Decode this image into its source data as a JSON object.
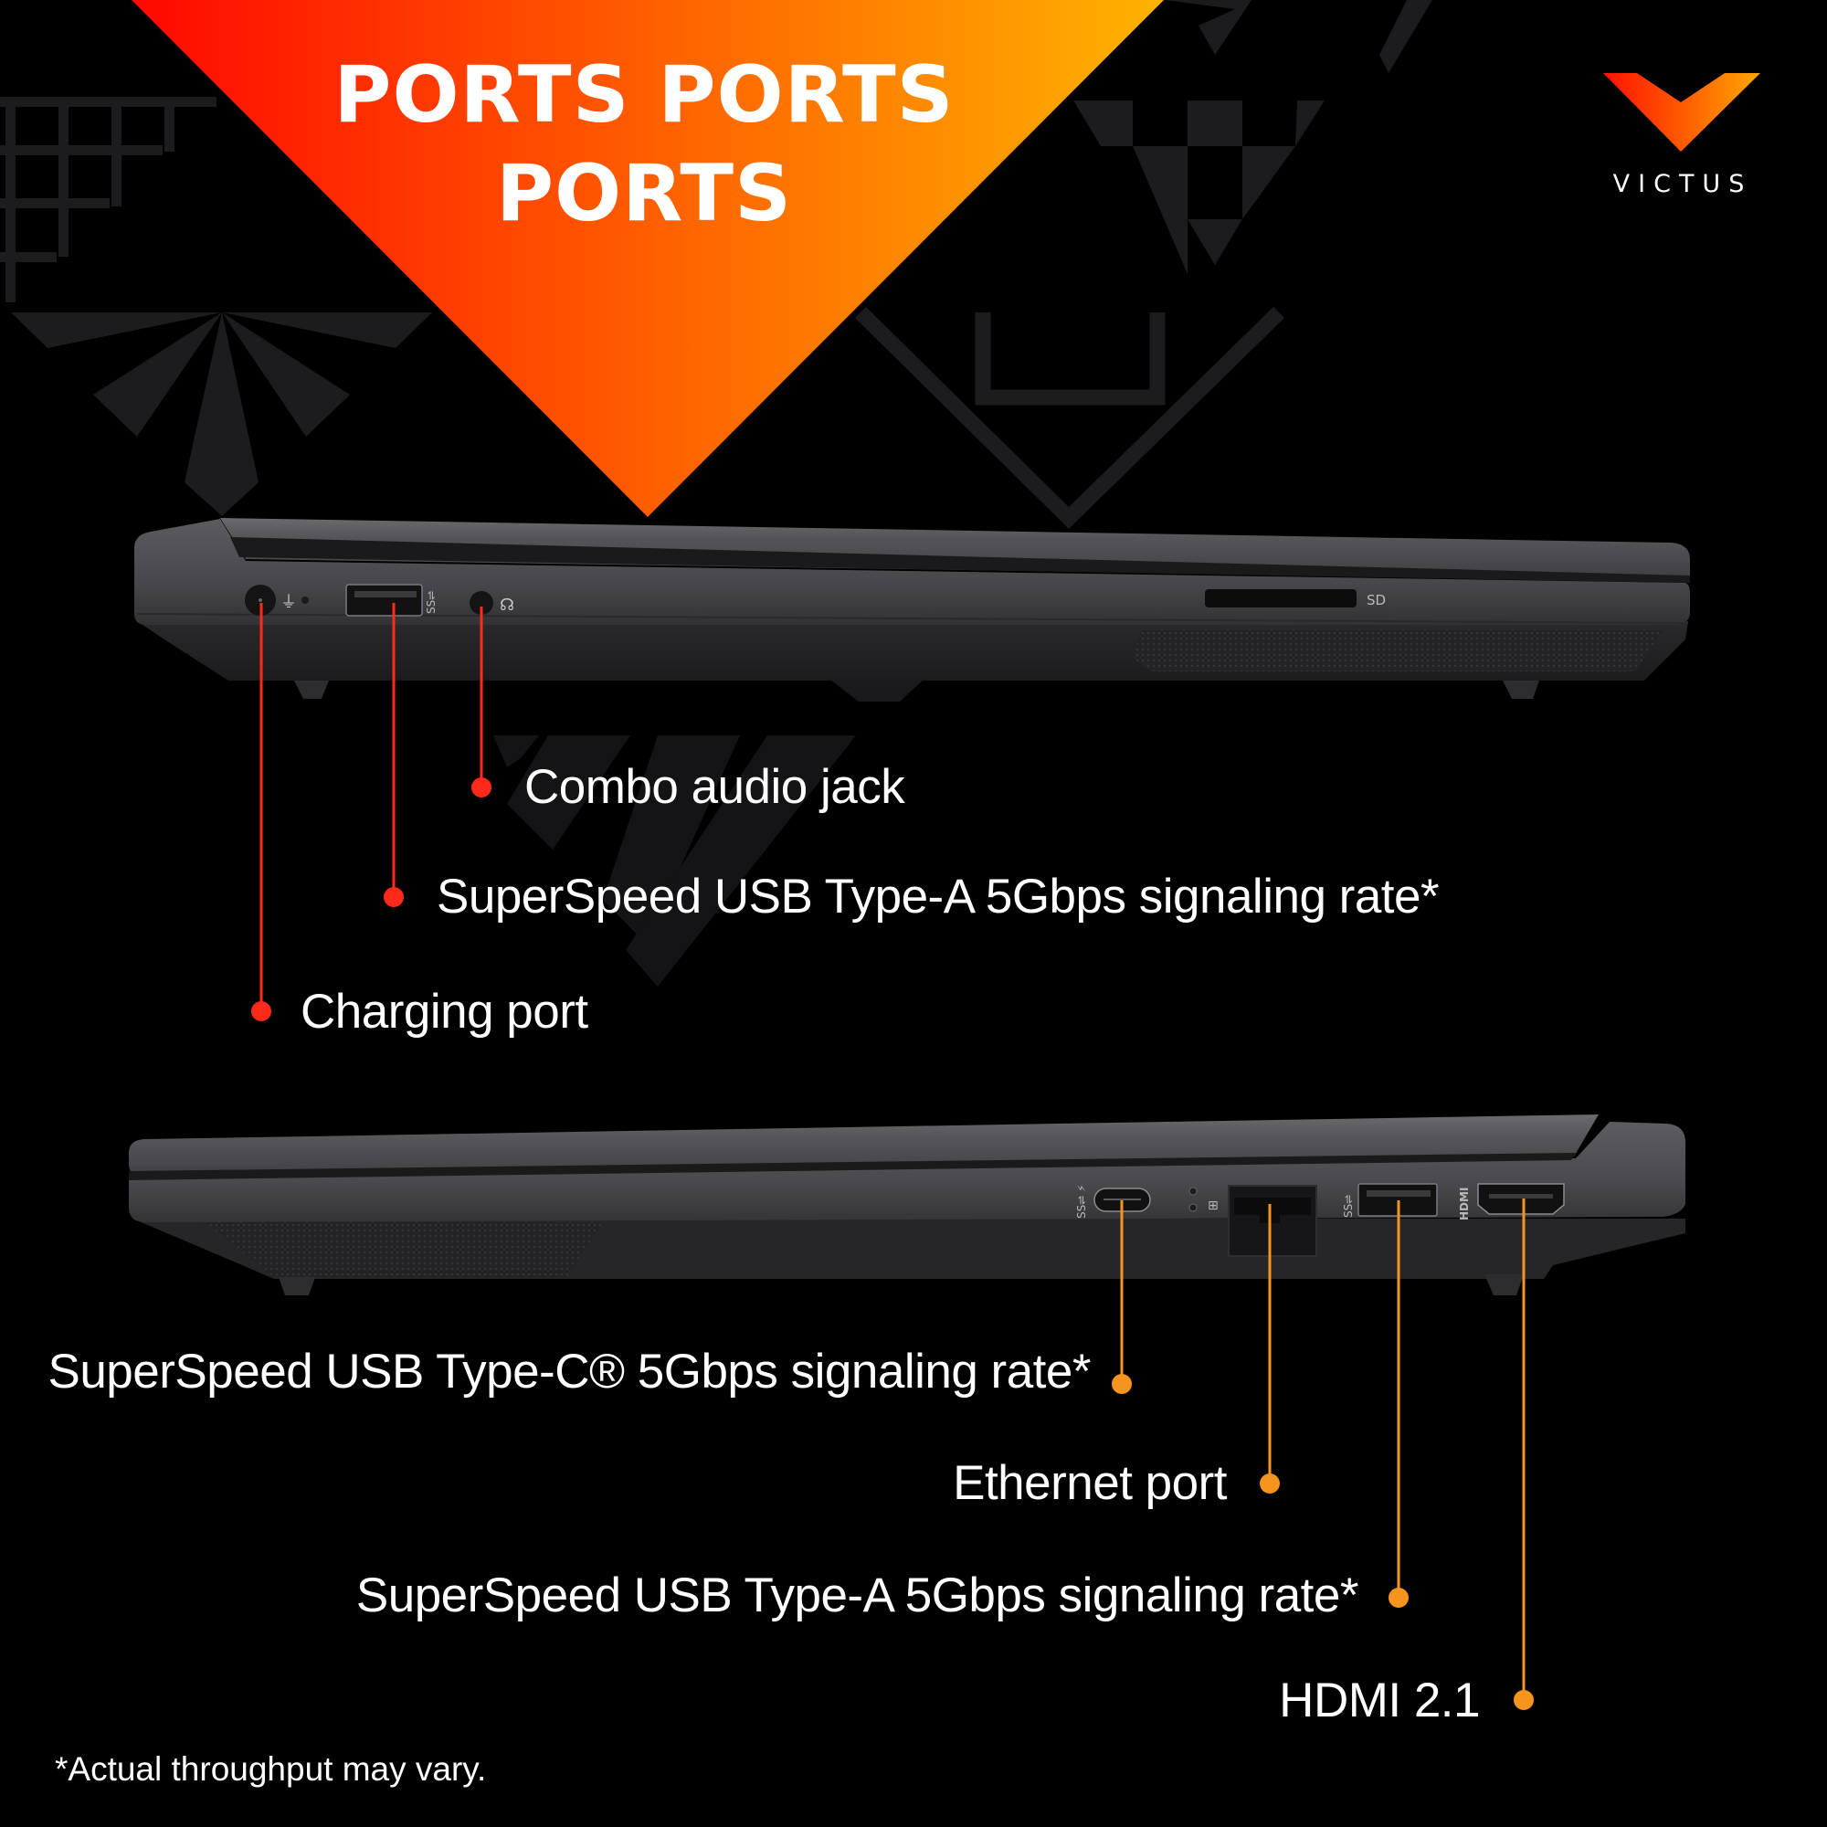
{
  "banner": {
    "title_line1": "PORTS PORTS",
    "title_line2": "PORTS",
    "gradient": [
      "#ff0800",
      "#ff5500",
      "#ffb300"
    ]
  },
  "brand": {
    "name": "VICTUS",
    "logo_icon": "victus-v-logo",
    "logo_gradient": [
      "#ff1a00",
      "#ffa500"
    ]
  },
  "left_side_view": {
    "callout_color": "#ff2a1a",
    "slot_label": "SD",
    "ports": [
      {
        "label": "Combo audio jack",
        "icon": "headset-icon"
      },
      {
        "label": "SuperSpeed USB Type-A 5Gbps signaling rate*",
        "icon": "usb-ss-icon"
      },
      {
        "label": "Charging port",
        "icon": "power-plug-icon"
      }
    ]
  },
  "right_side_view": {
    "callout_color": "#f7941d",
    "port_markings": [
      "SS⇌",
      "SS⇌",
      "HDMI"
    ],
    "ports": [
      {
        "label": "SuperSpeed USB Type-C® 5Gbps signaling rate*",
        "icon": "usb-c-icon"
      },
      {
        "label": "Ethernet port",
        "icon": "ethernet-icon"
      },
      {
        "label": "SuperSpeed USB Type-A 5Gbps signaling rate*",
        "icon": "usb-ss-icon"
      },
      {
        "label": "HDMI 2.1",
        "icon": "hdmi-icon"
      }
    ]
  },
  "footnote": "*Actual throughput may vary."
}
